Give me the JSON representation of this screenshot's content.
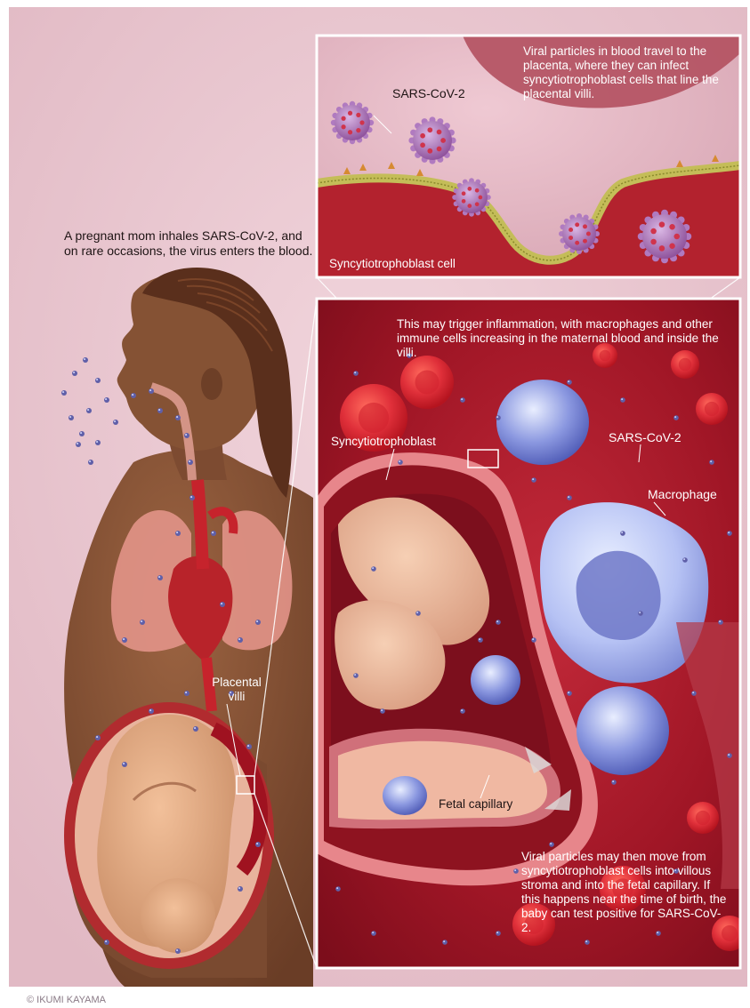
{
  "intro_text": "A pregnant mom inhales SARS-CoV-2, and on rare occasions, the virus enters the blood.",
  "top_panel": {
    "note": "Viral particles in blood travel to the placenta, where they can infect syncytiotrophoblast cells that line the placental villi.",
    "virus_label": "SARS-CoV-2",
    "cell_label": "Syncytiotrophoblast cell"
  },
  "middle_panel": {
    "note": "This may trigger inflammation, with macrophages and other immune cells increasing in the maternal blood and inside the villi.",
    "syncytiotrophoblast_label": "Syncytiotrophoblast",
    "virus_label": "SARS-CoV-2",
    "macrophage_label": "Macrophage",
    "fetal_capillary_label": "Fetal capillary",
    "note_bottom": "Viral particles may then move from syncytiotrophoblast cells into villous stroma and into the fetal capillary. If this happens near the time of birth, the baby can test positive for SARS-CoV-2."
  },
  "body_labels": {
    "placental_villi": "Placental villi"
  },
  "credit": "© IKUMI KAYAMA",
  "colors": {
    "background": "#e6c3cc",
    "skin": "#7a4a30",
    "blood": "#a8152a",
    "membrane": "#b8b04a",
    "virus": "#8f4f9a",
    "macrophage": "#7d86cf"
  }
}
